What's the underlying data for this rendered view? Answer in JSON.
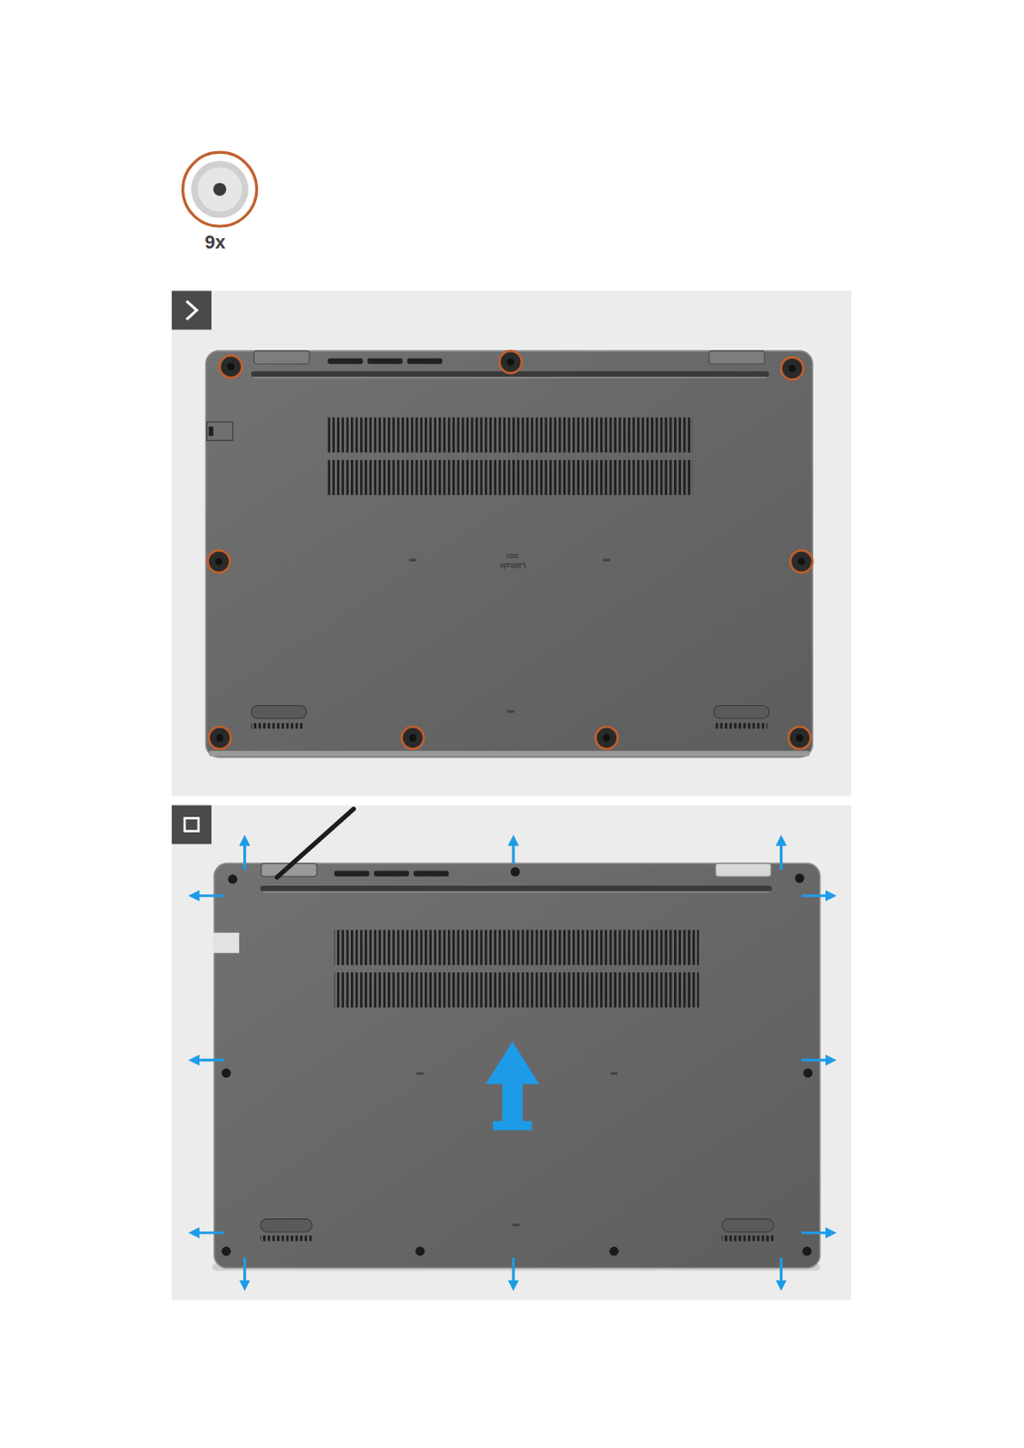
{
  "diagram": {
    "labels": [
      "9x",
      "Latitude",
      "3550"
    ]
  }
}
